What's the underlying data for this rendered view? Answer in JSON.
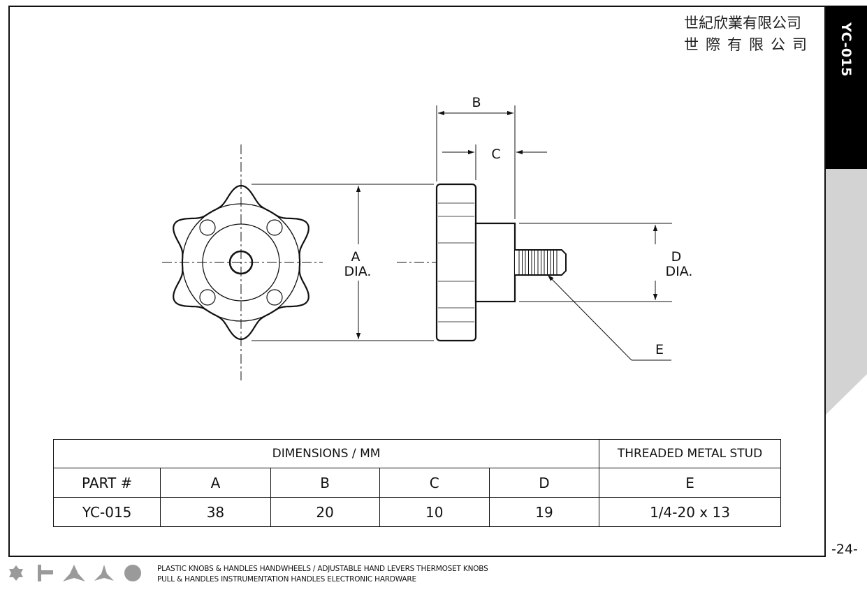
{
  "company": {
    "name_line1": "世紀欣業有限公司",
    "name_line2": "世際有限公司"
  },
  "side_tab": {
    "code": "YC-015"
  },
  "page_number": "-24-",
  "drawing": {
    "label_a": "A",
    "label_a_dia": "DIA.",
    "label_b": "B",
    "label_c": "C",
    "label_d": "D",
    "label_d_dia": "DIA.",
    "label_e": "E"
  },
  "table": {
    "header_dimensions": "DIMENSIONS / MM",
    "header_stud": "THREADED METAL STUD",
    "columns": [
      "PART #",
      "A",
      "B",
      "C",
      "D",
      "E"
    ],
    "rows": [
      [
        "YC-015",
        "38",
        "20",
        "10",
        "19",
        "1/4-20 x 13"
      ]
    ]
  },
  "footer": {
    "line1": "PLASTIC KNOBS & HANDLES HANDWHEELS / ADJUSTABLE HAND LEVERS THERMOSET KNOBS",
    "line2": "PULL & HANDLES INSTRUMENTATION HANDLES ELECTRONIC HARDWARE"
  },
  "colors": {
    "side_black": "#000000",
    "side_gray": "#d3d3d3",
    "icon_gray": "#9a9a9a"
  }
}
